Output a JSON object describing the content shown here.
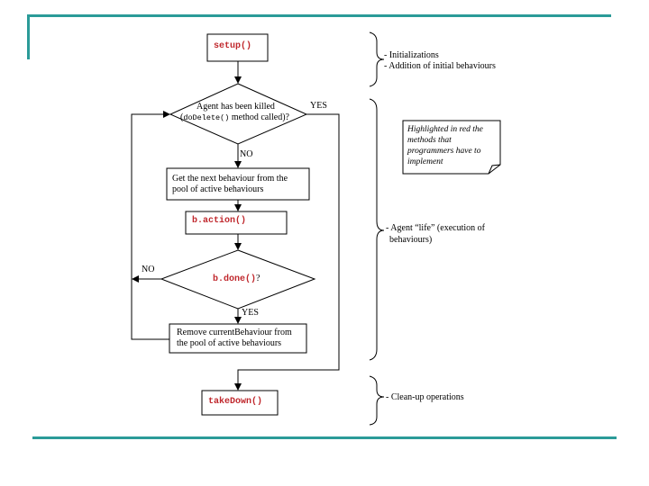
{
  "slide": {
    "accent_color": "#2b9b98",
    "code_color": "#c0282d"
  },
  "flow": {
    "setup": "setup()",
    "killed_line1": "Agent has been killed",
    "killed_paren_open": "(",
    "killed_code": "doDelete()",
    "killed_rest": " method called)?",
    "yes_top": "YES",
    "no_top": "NO",
    "next_behaviour_line1": "Get the next behaviour from the",
    "next_behaviour_line2": "pool of active behaviours",
    "action": "b.action()",
    "done_code": "b.done()",
    "done_q": "?",
    "no_left": "NO",
    "yes_bottom": "YES",
    "remove_line1": "Remove currentBehaviour from",
    "remove_line2": "the pool of active behaviours",
    "takedown": "takeDown()"
  },
  "annotations": {
    "init_line1": "- Initializations",
    "init_line2": "- Addition of initial behaviours",
    "life_line1": "- Agent “life” (execution of",
    "life_line2": "behaviours)",
    "cleanup": "- Clean-up operations"
  },
  "note": {
    "line1": "Highlighted in red the",
    "line2": "methods that",
    "line3": "programmers have to",
    "line4": "implement"
  }
}
